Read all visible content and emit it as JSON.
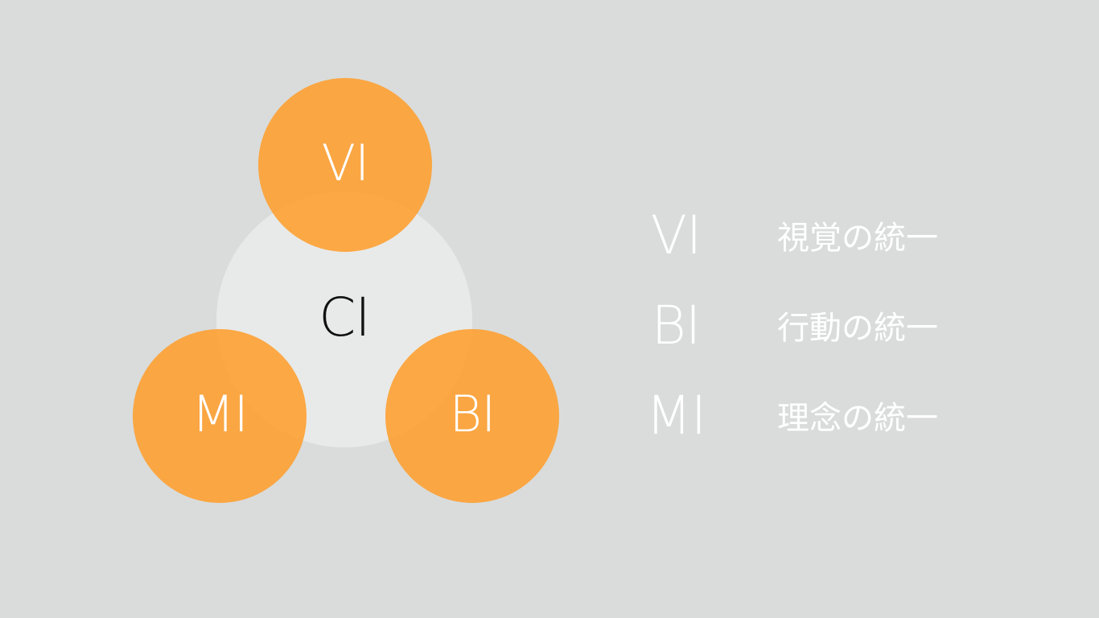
{
  "diagram": {
    "center": "CI",
    "top": "VI",
    "bottom_left": "MI",
    "bottom_right": "BI"
  },
  "legend": [
    {
      "abbr": "VI",
      "desc": "視覚の統一"
    },
    {
      "abbr": "BI",
      "desc": "行動の統一"
    },
    {
      "abbr": "MI",
      "desc": "理念の統一"
    }
  ],
  "colors": {
    "background": "#d9dcdb",
    "center_circle": "#e8eae9",
    "accent_orange": "#ff9c28",
    "legend_text": "#ffffff"
  }
}
